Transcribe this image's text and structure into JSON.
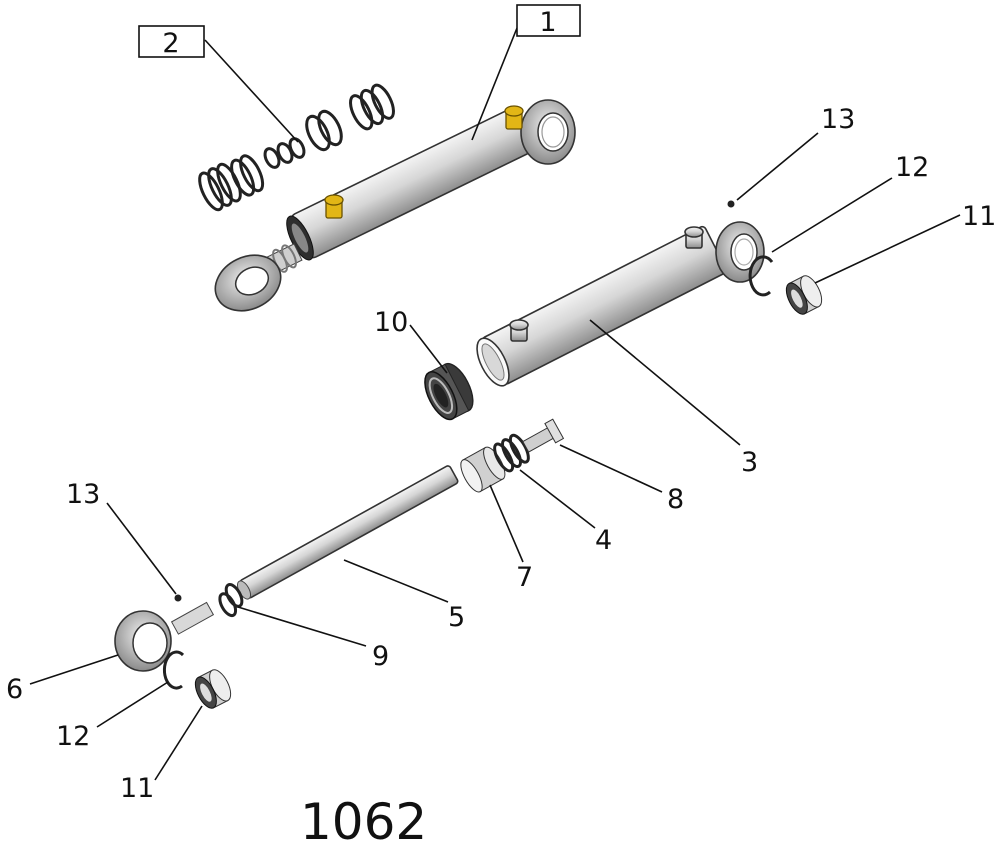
{
  "labels": {
    "box_1": "1",
    "box_2": "2",
    "part_3": "3",
    "part_4": "4",
    "part_5": "5",
    "part_6": "6",
    "part_7": "7",
    "part_8": "8",
    "part_9": "9",
    "part_10": "10",
    "part_11_upper": "11",
    "part_11_lower": "11",
    "part_12_upper": "12",
    "part_12_lower": "12",
    "part_13_upper": "13",
    "part_13_lower": "13"
  },
  "figure_number": "1062",
  "colors": {
    "metal_light": "#e6e6e6",
    "metal_dark": "#9a9a9a",
    "seal_dark": "#2f2f2f",
    "brass": "#e2b616",
    "ink": "#111111"
  }
}
